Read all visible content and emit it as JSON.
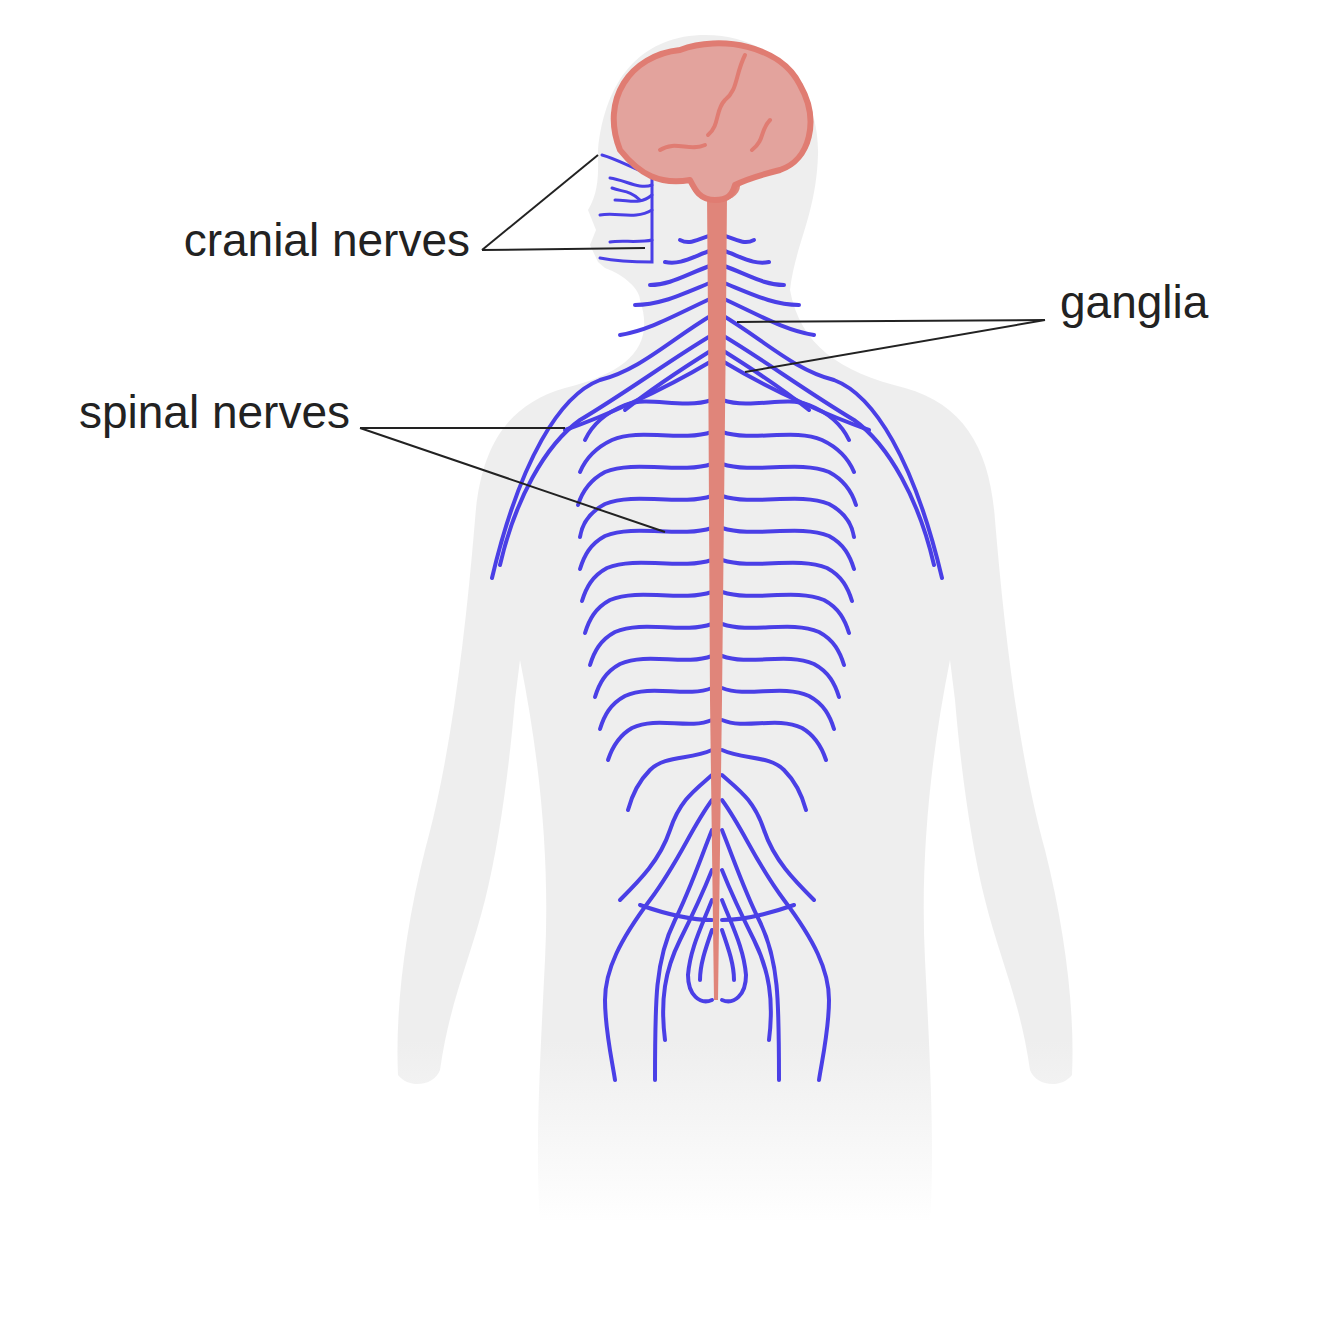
{
  "diagram": {
    "labels": [
      "cranial nerves",
      "ganglia",
      "spinal nerves"
    ]
  }
}
